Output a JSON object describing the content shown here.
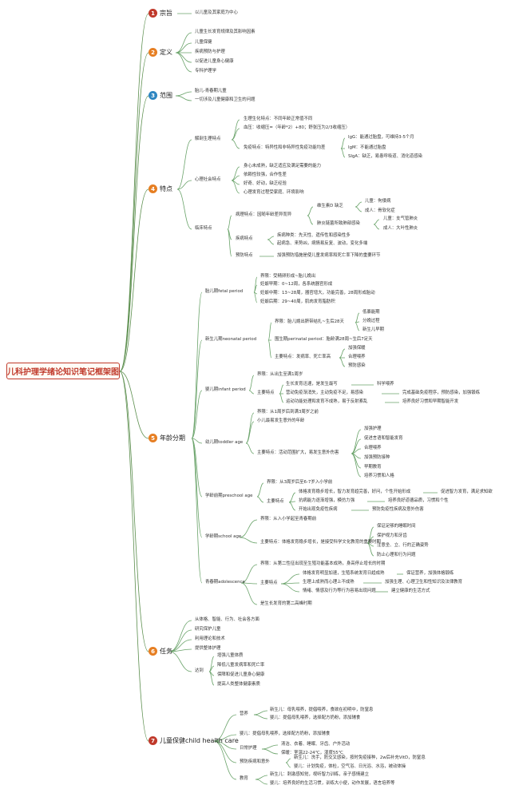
{
  "root": "儿科护理学绪论知识笔记框架图",
  "sections": [
    {
      "num": "1",
      "label": "宗旨",
      "color": "#c0392b",
      "items": [
        "以儿童及其家庭为中心"
      ]
    },
    {
      "num": "2",
      "label": "定义",
      "color": "#e67e22",
      "items": [
        "儿童生长发育规律及其影响因素",
        "儿童保健",
        "疾病预防与护理",
        "以促进儿童身心健康",
        "专科护理学"
      ]
    },
    {
      "num": "3",
      "label": "范围",
      "color": "#2e86c1",
      "items": [
        "胎儿-青春期儿童",
        "一切涉及儿童健康和卫生的问题"
      ]
    },
    {
      "num": "4",
      "label": "特点",
      "color": "#e67e22",
      "physio": {
        "label": "解剖生理特点",
        "a": "生理生化特点：不同年龄正常值不同",
        "b": "血压：收缩压=（年龄*2）+80；舒张压为2/3收缩压）",
        "c": "免疫特点：特异性和非特异性免疫功能均差",
        "igg": "IgG：能通过胎盘，可维持3-5个月",
        "igm": "IgM：不能通过胎盘",
        "siga": "SIgA：缺乏，易患呼吸道、消化道感染"
      },
      "psych": {
        "label": "心理社会特点",
        "items": [
          "身心未成熟，缺乏适应及满足需要的能力",
          "依赖性较强，合作性差",
          "好奇、好动，缺乏经验",
          "心理发育过程受家庭、环境影响"
        ]
      },
      "clinic": {
        "label": "临床特点",
        "patho": "病理特点：因随年龄差异而异",
        "vitd": "维生素D 缺乏",
        "kid": "儿童：佝偻病",
        "adult": "成人：骨软化症",
        "pneu": "肺炎链菌所致肺部感染",
        "kid2": "儿童：支气管肺炎",
        "adult2": "成人：大叶性肺炎",
        "disease": "疾病特点",
        "d1": "疾病种类：先天性、遗传性和感染性多",
        "d2": "起病急、来势凶，病情易反复、波动，变化多端",
        "prev": "预防特点",
        "prev_text": "加强预防措施是使儿童发病率和死亡率下降的重要环节"
      }
    },
    {
      "num": "5",
      "label": "年龄分期",
      "color": "#e67e22",
      "fetal": {
        "label": "胎儿期fetal period",
        "items": [
          "界限：受精卵形成~胎儿娩出",
          "妊娠早期：0~12周，各系统器官形成",
          "妊娠中期：13~28周，器官增大，功能完善，28周形成胎动",
          "妊娠后期：29~40周，肌肉发育脂肪积"
        ]
      },
      "neonatal": {
        "label": "新生儿期neonatal period",
        "bound": "界限：胎儿娩出脐带结扎~生后28天",
        "b1": "低暴能期",
        "b2": "分娩过程",
        "b3": "新生儿早期",
        "peri": "围生期perinatal period：胎龄满28周~生后7足天",
        "feat": "主要特点：发病率、死亡率高",
        "f1": "加强保暖",
        "f2": "合理喂养",
        "f3": "预防感染"
      },
      "infant": {
        "label": "婴儿期infant period",
        "bound": "界限：从出生至满1周岁",
        "feat": "主要特点",
        "g1": "生长发育迅速，是发生最写",
        "g1r": "科学喂养",
        "g2": "营动免疫渐消失，主动免疫不足，易感染",
        "g2r": "完成基础免疫程序，预防感染，加强锻练",
        "g3": "运动功能处理和发育不成熟，易于反射紊乱",
        "g3r": "培养良好习惯和早期智能开发"
      },
      "toddler": {
        "label": "幼儿期toddler age",
        "bound": "界限：从1周岁后到满3周岁之前",
        "note": "小儿最易发生意外的年龄",
        "feat": "主要特点：活动范围扩大，易发生意外伤害",
        "items": [
          "加强护理",
          "促进言语和智能发育",
          "合理喂养",
          "加强预防接种",
          "早期教育",
          "培养习惯和人格"
        ]
      },
      "preschool": {
        "label": "学龄前期preschool age",
        "bound": "界限：从3周岁后至6-7岁入小学前",
        "feat": "主要特点",
        "p1": "体格发育稳步增长，智力发育趋完善，好问，个性开始形成",
        "p1r": "促进智力发育，满足求知欲",
        "p2": "抗病能力逐渐增强，模仿力强",
        "p2r": "培养良好道德品质，习惯和个性",
        "p3": "开始出现免疫性疾病",
        "p3r": "预防免疫性疾病及意外伤害"
      },
      "school": {
        "label": "学龄期school age",
        "bound": "界限：从入小学起至青春期前",
        "feat": "主要特点：体格发育稳步增长，是接受科学文化教育的重要时期",
        "items": [
          "保证足够的睡眠时间",
          "保护视力和牙齿",
          "注意坐、立、行的正确姿势",
          "防止心理和行为问题"
        ]
      },
      "adol": {
        "label": "青春期adolescence",
        "bound": "界限：从第二性征出现至生殖功能基本成熟，身高停止增长的时期",
        "feat": "主要特点",
        "a1": "体格发育明显加速，生殖系统发育日趋成熟",
        "a1r": "保证营养，加强体格锻练",
        "a2": "生理上成熟而心理上不成熟",
        "a2r": "加强生理、心理卫生和性知识及法律教育",
        "a3": "情绪、情感及行为等行为容易出现问题",
        "a3r": "建立健康的生活方式",
        "a4": "是生长发育的第二高峰时期"
      }
    },
    {
      "num": "6",
      "label": "任务",
      "color": "#e67e22",
      "items": [
        "从体格、智能、行为、社会各方面",
        "研究保护儿童",
        "利用理论和技术",
        "提供整体护理"
      ],
      "goal": "达到",
      "goals": [
        "增强儿童体质",
        "降低儿童发病率和死亡率",
        "保障和促进儿童身心健康",
        "提高人类整体健康素质"
      ]
    },
    {
      "num": "7",
      "label": "儿童保健child health care",
      "color": "#c0392b",
      "nutr": "营养",
      "n1": "新生儿：母乳喂养，提倡喂养，食欲在初明中，防窒息",
      "n2": "婴儿：提倡母乳喂养，选择配方奶粉，添加辅食",
      "inf": "婴儿：提倡母乳喂养，选择配方奶粉，添加辅食",
      "daily": "日常护理",
      "dl1": "清洁、衣着、睡眠、牙齿、户外活动",
      "dl2": "保暖：室温22-24℃，湿度55℃",
      "prev": "预防疾病和意外",
      "pv1": "新生儿：洗手，防交叉感染，按时免疫接种，2w后补充VitD，防窒息",
      "pv2": "婴儿：计划免疫，体检，空气浴、日光浴、水浴，被动体操",
      "edu": "教育",
      "e1": "新生儿：刺激感知觉，视听智力训练，亲子感情建立",
      "e2": "婴儿：培养良好的生活习惯，训练大小便，动作发展，语言培养等"
    }
  ]
}
